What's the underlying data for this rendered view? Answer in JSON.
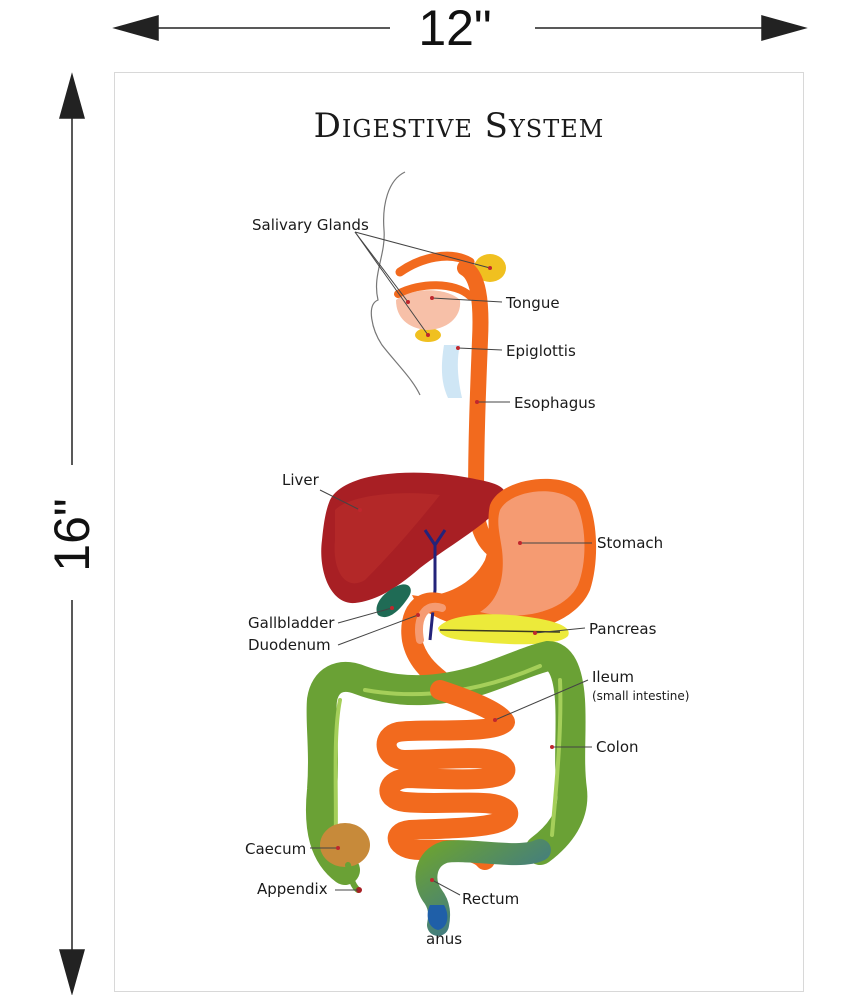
{
  "dimensions": {
    "width": "12\"",
    "height": "16\""
  },
  "title": "Digestive System",
  "labels": {
    "salivary_glands": "Salivary Glands",
    "tongue": "Tongue",
    "epiglottis": "Epiglottis",
    "esophagus": "Esophagus",
    "liver": "Liver",
    "stomach": "Stomach",
    "gallbladder": "Gallbladder",
    "duodenum": "Duodenum",
    "pancreas": "Pancreas",
    "ileum": "Ileum",
    "ileum_note": "(small intestine)",
    "colon": "Colon",
    "caecum": "Caecum",
    "appendix": "Appendix",
    "rectum": "Rectum",
    "anus": "anus"
  },
  "colors": {
    "esophagus": "#f26a1e",
    "stomach": "#f59b72",
    "liver": "#a81f24",
    "gallbladder": "#1f6b55",
    "pancreas": "#ecea3a",
    "colon": "#6aa135",
    "intestine": "#f26a1e",
    "rectum": "#2e6aa8",
    "gland": "#f0c020",
    "leader": "#c0272d"
  }
}
